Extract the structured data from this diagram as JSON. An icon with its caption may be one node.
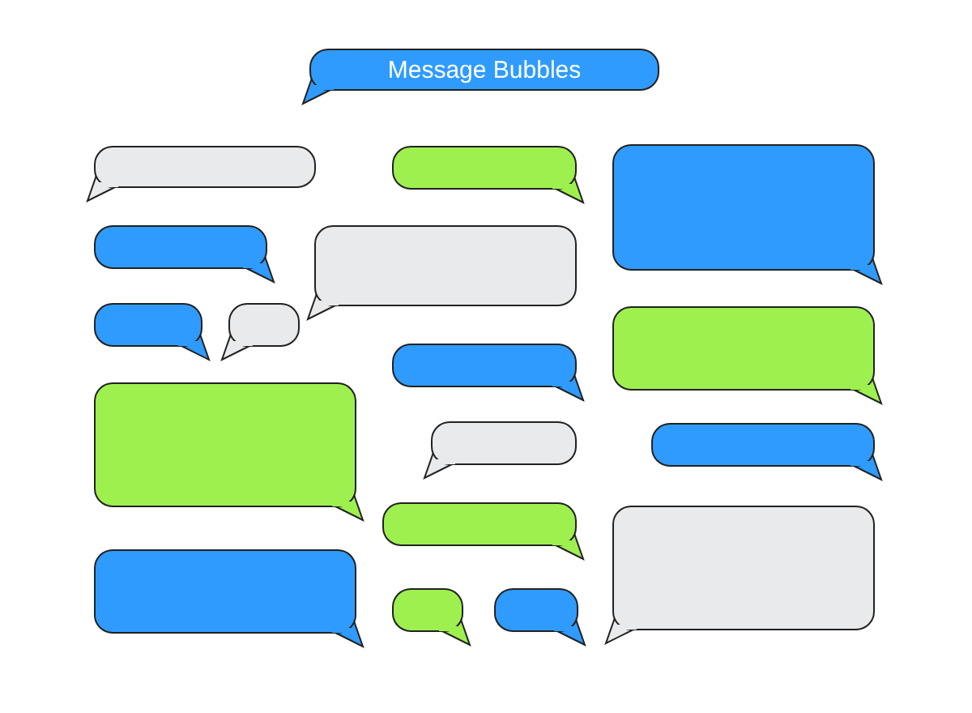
{
  "diagram": {
    "nodes": [
      {
        "text": [
          "Message Bubbles"
        ]
      },
      {
        "text": [],
        "shape": "bubble"
      },
      {
        "text": [],
        "shape": "bubble"
      },
      {
        "text": [],
        "shape": "bubble"
      },
      {
        "text": [],
        "shape": "bubble"
      },
      {
        "text": [],
        "shape": "bubble"
      },
      {
        "text": [],
        "shape": "bubble"
      },
      {
        "text": [],
        "shape": "bubble"
      },
      {
        "text": [],
        "shape": "bubble"
      },
      {
        "text": [],
        "shape": "bubble"
      },
      {
        "text": [],
        "shape": "bubble"
      },
      {
        "text": [],
        "shape": "bubble"
      },
      {
        "text": [],
        "shape": "bubble"
      },
      {
        "text": [],
        "shape": "bubble"
      },
      {
        "text": [],
        "shape": "bubble"
      },
      {
        "text": [],
        "shape": "bubble"
      },
      {
        "text": [],
        "shape": "bubble"
      },
      {
        "text": [],
        "shape": "bubble"
      }
    ]
  }
}
